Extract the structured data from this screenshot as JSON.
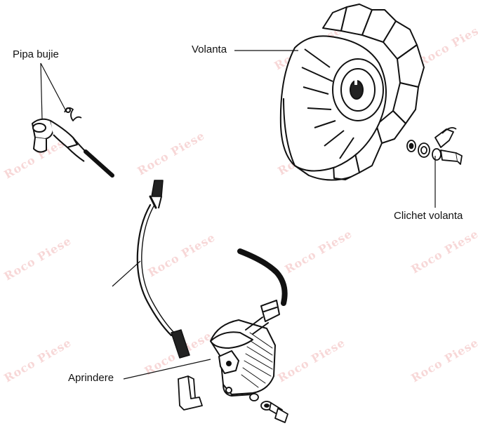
{
  "labels": {
    "spark_plug_cap": "Pipa bujie",
    "flywheel": "Volanta",
    "flywheel_pawl": "Clichet volanta",
    "ignition": "Aprindere"
  },
  "watermark": "Roco Piese",
  "colors": {
    "line": "#111111",
    "watermark": "#f2b8b8",
    "background": "#ffffff"
  }
}
